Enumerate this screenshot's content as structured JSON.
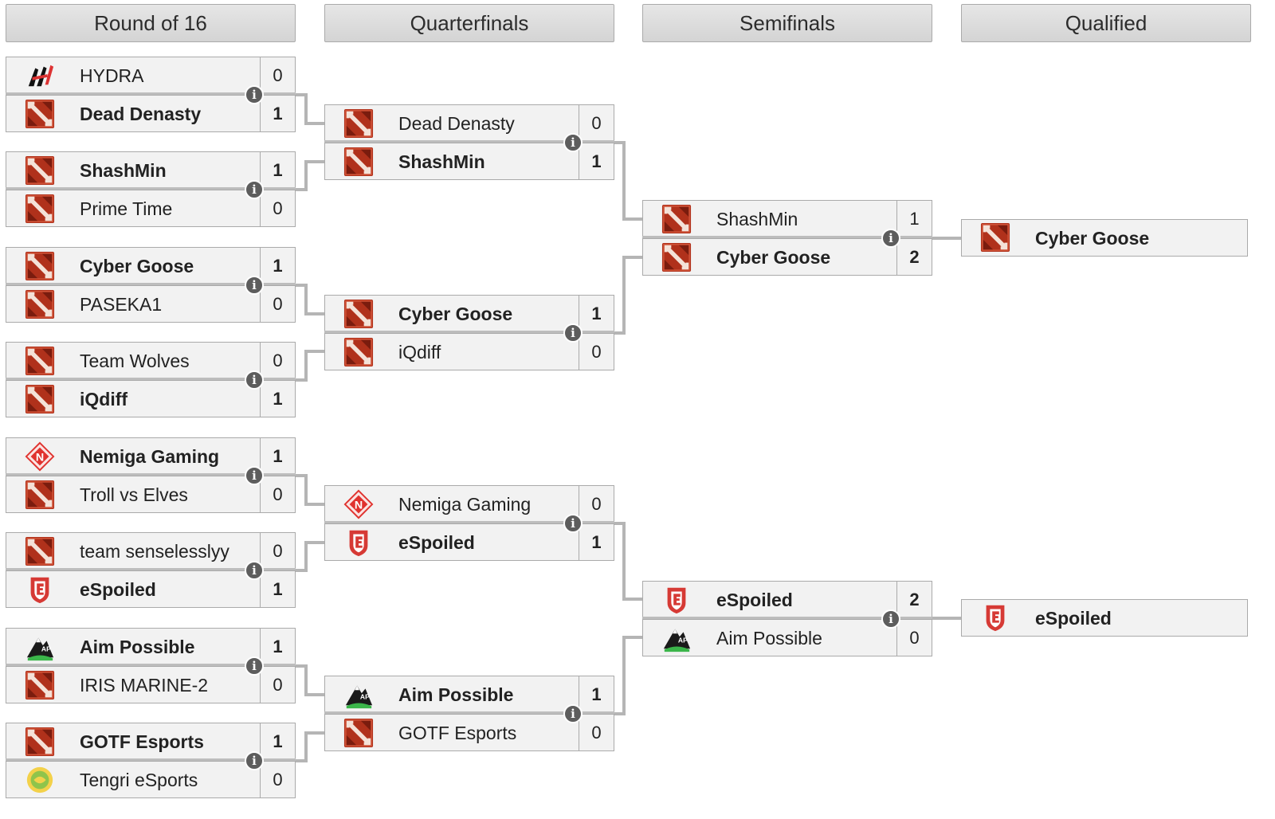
{
  "stages": [
    "Round of 16",
    "Quarterfinals",
    "Semifinals",
    "Qualified"
  ],
  "rounds": {
    "r16": [
      {
        "teams": [
          {
            "name": "HYDRA",
            "score": "0",
            "logo": "hydra-logo",
            "winner": false
          },
          {
            "name": "Dead Denasty",
            "score": "1",
            "logo": "dota-logo",
            "winner": true
          }
        ]
      },
      {
        "teams": [
          {
            "name": "ShashMin",
            "score": "1",
            "logo": "dota-logo",
            "winner": true
          },
          {
            "name": "Prime Time",
            "score": "0",
            "logo": "dota-logo",
            "winner": false
          }
        ]
      },
      {
        "teams": [
          {
            "name": "Cyber Goose",
            "score": "1",
            "logo": "dota-logo",
            "winner": true
          },
          {
            "name": "PASEKA1",
            "score": "0",
            "logo": "dota-logo",
            "winner": false
          }
        ]
      },
      {
        "teams": [
          {
            "name": "Team Wolves",
            "score": "0",
            "logo": "dota-logo",
            "winner": false
          },
          {
            "name": "iQdiff",
            "score": "1",
            "logo": "dota-logo",
            "winner": true
          }
        ]
      },
      {
        "teams": [
          {
            "name": "Nemiga Gaming",
            "score": "1",
            "logo": "nemiga-logo",
            "winner": true
          },
          {
            "name": "Troll vs Elves",
            "score": "0",
            "logo": "dota-logo",
            "winner": false
          }
        ]
      },
      {
        "teams": [
          {
            "name": "team senselesslyy",
            "score": "0",
            "logo": "dota-logo",
            "winner": false
          },
          {
            "name": "eSpoiled",
            "score": "1",
            "logo": "espoiled-logo",
            "winner": true
          }
        ]
      },
      {
        "teams": [
          {
            "name": "Aim Possible",
            "score": "1",
            "logo": "aim-possible-logo",
            "winner": true
          },
          {
            "name": "IRIS MARINE-2",
            "score": "0",
            "logo": "dota-logo",
            "winner": false
          }
        ]
      },
      {
        "teams": [
          {
            "name": "GOTF Esports",
            "score": "1",
            "logo": "dota-logo",
            "winner": true
          },
          {
            "name": "Tengri eSports",
            "score": "0",
            "logo": "tengri-logo",
            "winner": false
          }
        ]
      }
    ],
    "qf": [
      {
        "teams": [
          {
            "name": "Dead Denasty",
            "score": "0",
            "logo": "dota-logo",
            "winner": false
          },
          {
            "name": "ShashMin",
            "score": "1",
            "logo": "dota-logo",
            "winner": true
          }
        ]
      },
      {
        "teams": [
          {
            "name": "Cyber Goose",
            "score": "1",
            "logo": "dota-logo",
            "winner": true
          },
          {
            "name": "iQdiff",
            "score": "0",
            "logo": "dota-logo",
            "winner": false
          }
        ]
      },
      {
        "teams": [
          {
            "name": "Nemiga Gaming",
            "score": "0",
            "logo": "nemiga-logo",
            "winner": false
          },
          {
            "name": "eSpoiled",
            "score": "1",
            "logo": "espoiled-logo",
            "winner": true
          }
        ]
      },
      {
        "teams": [
          {
            "name": "Aim Possible",
            "score": "1",
            "logo": "aim-possible-logo",
            "winner": true
          },
          {
            "name": "GOTF Esports",
            "score": "0",
            "logo": "dota-logo",
            "winner": false
          }
        ]
      }
    ],
    "sf": [
      {
        "teams": [
          {
            "name": "ShashMin",
            "score": "1",
            "logo": "dota-logo",
            "winner": false
          },
          {
            "name": "Cyber Goose",
            "score": "2",
            "logo": "dota-logo",
            "winner": true
          }
        ]
      },
      {
        "teams": [
          {
            "name": "eSpoiled",
            "score": "2",
            "logo": "espoiled-logo",
            "winner": true
          },
          {
            "name": "Aim Possible",
            "score": "0",
            "logo": "aim-possible-logo",
            "winner": false
          }
        ]
      }
    ]
  },
  "qualified": [
    {
      "name": "Cyber Goose",
      "logo": "dota-logo"
    },
    {
      "name": "eSpoiled",
      "logo": "espoiled-logo"
    }
  ],
  "info_glyph": "i",
  "colors": {
    "row_bg": "#f2f2f2",
    "border": "#aaaaaa",
    "connector": "#b5b5b5",
    "info_bg": "#5d5d5d",
    "dota_red": "#b0311b",
    "espoiled_red": "#d63a35",
    "nemiga_red": "#e0322e",
    "aim_green": "#3bb54a"
  }
}
